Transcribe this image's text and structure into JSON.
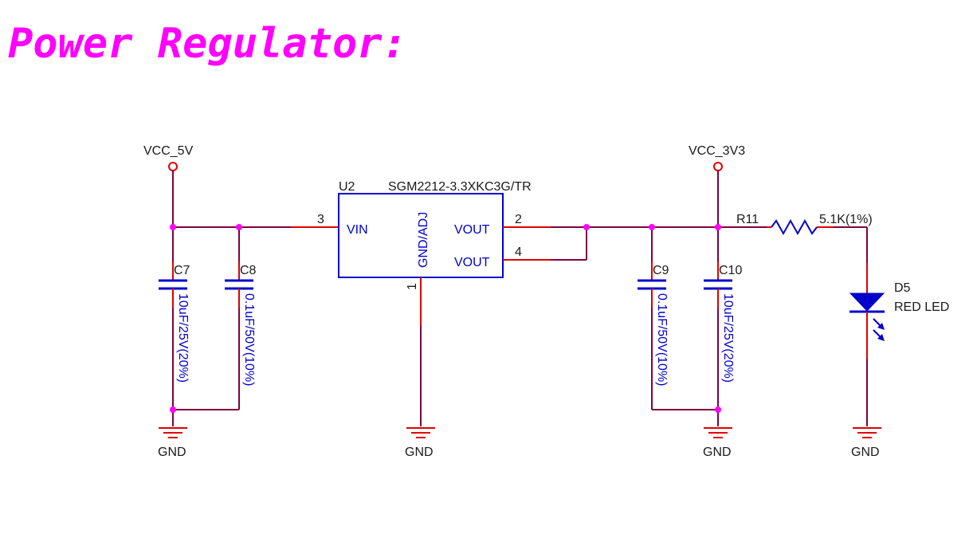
{
  "title": "Power Regulator:",
  "colors": {
    "title": "#ff00ff",
    "wire": "#800040",
    "pin": "#e00000",
    "component": "#0000cc",
    "junction": "#ff00ff",
    "text": "#1a1a1a"
  },
  "nets": {
    "vcc_5v": "VCC_5V",
    "vcc_3v3": "VCC_3V3",
    "gnd": "GND"
  },
  "u2": {
    "ref": "U2",
    "part": "SGM2212-3.3XKC3G/TR",
    "pin_vin": "VIN",
    "pin_vout1": "VOUT",
    "pin_vout2": "VOUT",
    "pin_gnd": "GND/ADJ",
    "num_vin": "3",
    "num_vout1": "2",
    "num_vout2": "4",
    "num_gnd": "1"
  },
  "c7": {
    "ref": "C7",
    "value": "10uF/25V(20%)"
  },
  "c8": {
    "ref": "C8",
    "value": "0.1uF/50V(10%)"
  },
  "c9": {
    "ref": "C9",
    "value": "0.1uF/50V(10%)"
  },
  "c10": {
    "ref": "C10",
    "value": "10uF/25V(20%)"
  },
  "r11": {
    "ref": "R11",
    "value": "5.1K(1%)"
  },
  "d5": {
    "ref": "D5",
    "value": "RED LED"
  }
}
